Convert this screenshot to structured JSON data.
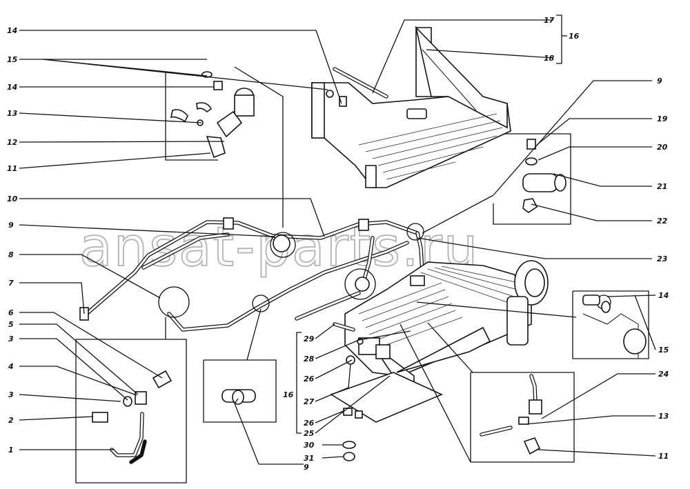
{
  "watermark": "ansat-parts.ru",
  "callouts": {
    "c14_top": "14",
    "c15_top": "15",
    "c14_mid": "14",
    "c13_left": "13",
    "c12": "12",
    "c11_left": "11",
    "c10": "10",
    "c9_left": "9",
    "c8_upper": "8",
    "c7": "7",
    "c6": "6",
    "c5": "5",
    "c3_upper": "3",
    "c4": "4",
    "c3_lower": "3",
    "c2": "2",
    "c1": "1",
    "c17": "17",
    "c18": "18",
    "c16_top": "16",
    "c9_right": "9",
    "c19": "19",
    "c20": "20",
    "c21": "21",
    "c22": "22",
    "c23": "23",
    "c14_right": "14",
    "c15_right": "15",
    "c24": "24",
    "c13_right": "13",
    "c11_right": "11",
    "c29": "29",
    "c28": "28",
    "c26_upper": "26",
    "c27": "27",
    "c26_lower": "26",
    "c25": "25",
    "c16_bottom": "16",
    "c30": "30",
    "c31": "31",
    "c9_bottom": "9"
  }
}
